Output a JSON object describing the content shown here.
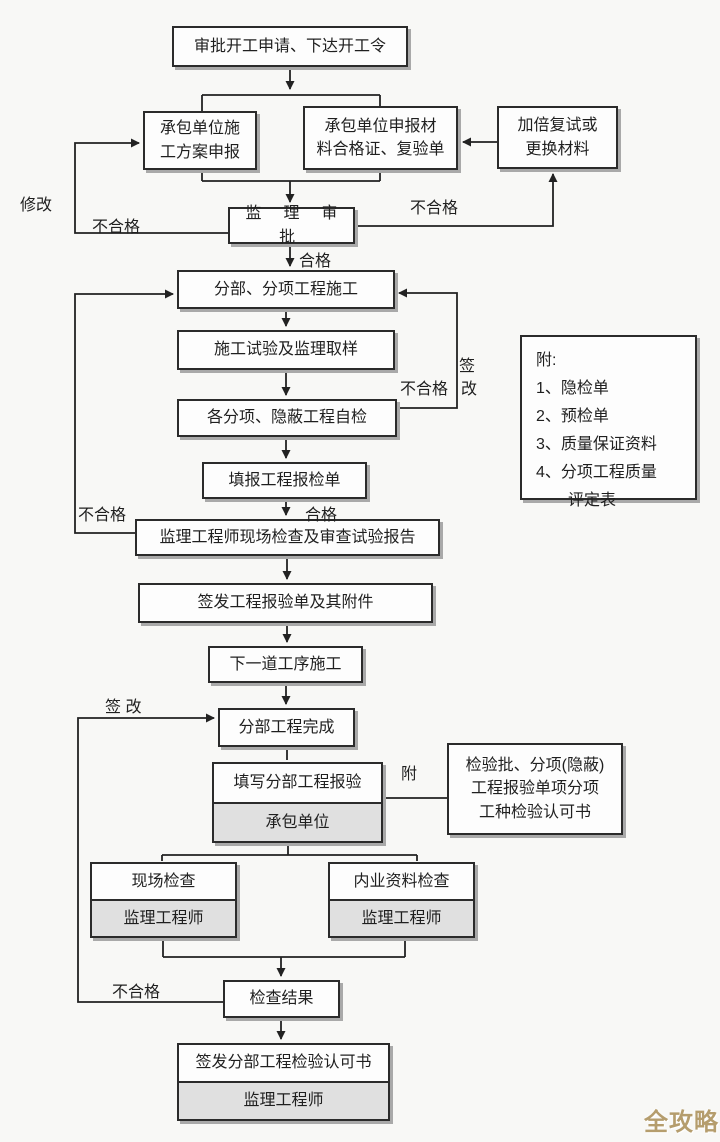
{
  "colors": {
    "background": "#f8f8f6",
    "box_fill": "#fdfdfd",
    "box_border": "#2b2b2b",
    "box_shadow": "#a9a9a9",
    "shaded_cell_fill": "#e0e0e0",
    "line_color": "#222222",
    "watermark_color": "#b59d6d"
  },
  "nodes": {
    "approve_start": {
      "label": "审批开工申请、下达开工令"
    },
    "contractor_plan": {
      "lines": [
        "承包单位施",
        "工方案申报"
      ]
    },
    "material_submit": {
      "lines": [
        "承包单位申报材",
        "料合格证、复验单"
      ]
    },
    "retest_replace": {
      "lines": [
        "加倍复试或",
        "更换材料"
      ]
    },
    "supervisor_approve": {
      "label": "监 理 审 批"
    },
    "subitem_construction": {
      "label": "分部、分项工程施工"
    },
    "test_sampling": {
      "label": "施工试验及监理取样"
    },
    "self_inspection": {
      "label": "各分项、隐蔽工程自检"
    },
    "fill_inspection_form": {
      "label": "填报工程报检单"
    },
    "site_check_report": {
      "label": "监理工程师现场检查及审查试验报告"
    },
    "issue_inspection_form": {
      "label": "签发工程报验单及其附件"
    },
    "next_process": {
      "label": "下一道工序施工"
    },
    "division_complete": {
      "label": "分部工程完成"
    },
    "fill_division_report": {
      "label": "填写分部工程报验",
      "sublabel": "承包单位"
    },
    "site_inspection": {
      "label": "现场检查",
      "sublabel": "监理工程师"
    },
    "document_inspection": {
      "label": "内业资料检查",
      "sublabel": "监理工程师"
    },
    "inspection_result": {
      "label": "检查结果"
    },
    "issue_division_certificate": {
      "label": "签发分部工程检验认可书",
      "sublabel": "监理工程师"
    }
  },
  "attachment": {
    "title": "附:",
    "items": [
      "1、隐检单",
      "2、预检单",
      "3、质量保证资料",
      "4、分项工程质量",
      "评定表"
    ]
  },
  "note_box": {
    "lines": [
      "检验批、分项(隐蔽)",
      "工程报验单项分项",
      "工种检验认可书"
    ]
  },
  "labels": {
    "modify": "修改",
    "fail": "不合格",
    "pass": "合格",
    "sign": "签",
    "change": "改",
    "sign_change": "签 改",
    "attach": "附"
  },
  "watermark": {
    "text": "全攻略"
  }
}
